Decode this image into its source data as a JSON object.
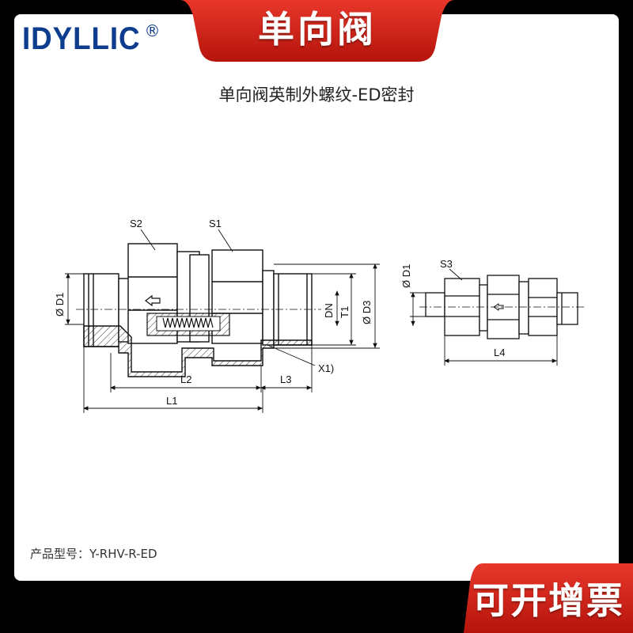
{
  "brand": {
    "name": "IDYLLIC",
    "registered": "®",
    "color": "#0e3d8f"
  },
  "header": {
    "title": "单向阀",
    "accent": "#d8231a"
  },
  "subtitle": "单向阀英制外螺纹-ED密封",
  "drawing": {
    "labels": {
      "s1": "S1",
      "s2": "S2",
      "s3": "S3",
      "d1": "Ø D1",
      "d1_right": "Ø D1",
      "d3": "Ø D3",
      "dn": "DN",
      "t1": "T1",
      "x1": "X1)",
      "l1": "L1",
      "l2": "L2",
      "l3": "L3",
      "l4": "L4"
    }
  },
  "product": {
    "label": "产品型号：",
    "model": "Y-RHV-R-ED"
  },
  "badge": {
    "text": "可开增票"
  }
}
